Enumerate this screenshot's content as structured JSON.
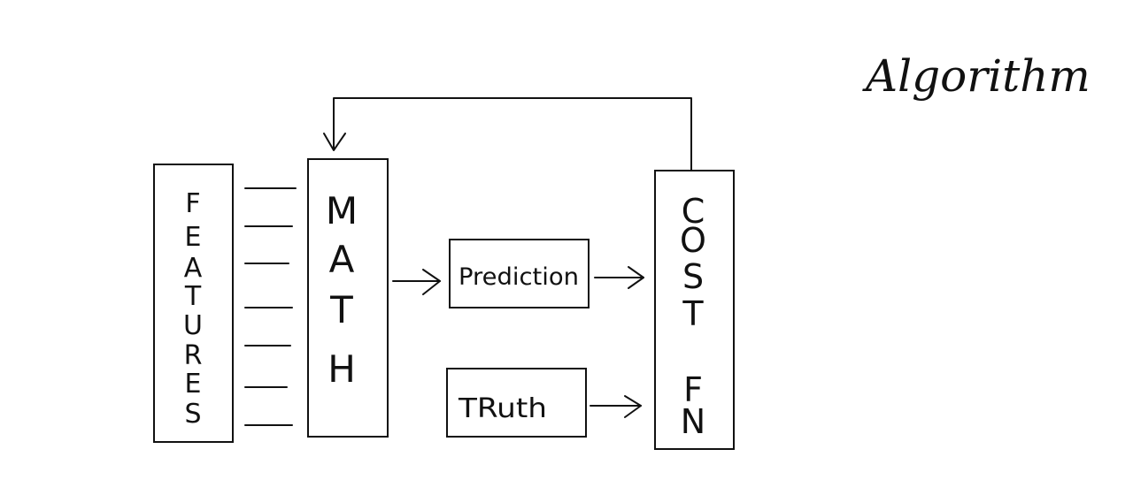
{
  "title": "Algorithm",
  "nodes": {
    "features": {
      "label": "FEATURES",
      "letters": [
        "F",
        "E",
        "A",
        "T",
        "U",
        "R",
        "E",
        "S"
      ]
    },
    "math": {
      "label": "MATH",
      "letters": [
        "M",
        "A",
        "T",
        "H"
      ]
    },
    "prediction": {
      "label": "Prediction"
    },
    "truth": {
      "label": "TRuth"
    },
    "cost_fn": {
      "label": "COST FN",
      "letters": [
        "C",
        "O",
        "S",
        "T",
        "F",
        "N"
      ]
    }
  },
  "edges": [
    {
      "from": "features",
      "to": "math",
      "count": 7
    },
    {
      "from": "math",
      "to": "prediction"
    },
    {
      "from": "prediction",
      "to": "cost_fn"
    },
    {
      "from": "truth",
      "to": "cost_fn"
    },
    {
      "from": "cost_fn",
      "to": "math",
      "kind": "feedback"
    }
  ]
}
